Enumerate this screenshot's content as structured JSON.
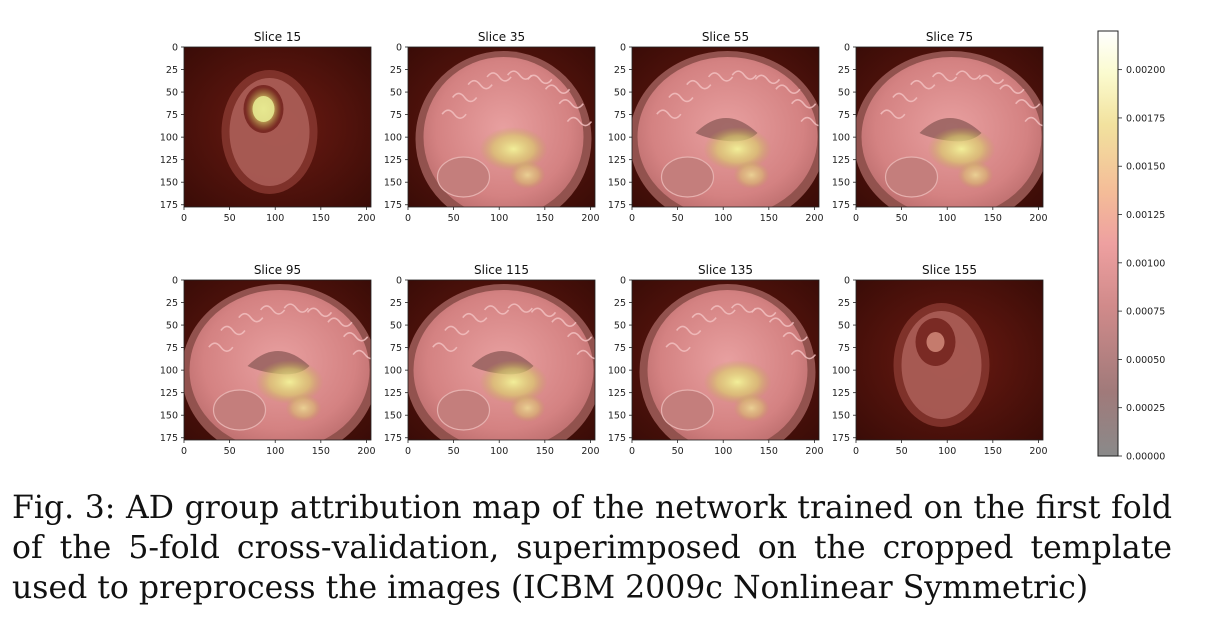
{
  "figure": {
    "panels": [
      {
        "title": "Slice 15",
        "variant": "small"
      },
      {
        "title": "Slice 35",
        "variant": "sag_side"
      },
      {
        "title": "Slice 55",
        "variant": "sag_mid"
      },
      {
        "title": "Slice 75",
        "variant": "sag_mid"
      },
      {
        "title": "Slice 95",
        "variant": "sag_mid"
      },
      {
        "title": "Slice 115",
        "variant": "sag_mid"
      },
      {
        "title": "Slice 135",
        "variant": "sag_side"
      },
      {
        "title": "Slice 155",
        "variant": "small"
      }
    ],
    "y_ticks": [
      "0",
      "25",
      "50",
      "75",
      "100",
      "125",
      "150",
      "175"
    ],
    "x_ticks": [
      "0",
      "50",
      "100",
      "150",
      "200"
    ],
    "colorbar": {
      "ticks": [
        "0.00000",
        "0.00025",
        "0.00050",
        "0.00075",
        "0.00100",
        "0.00125",
        "0.00150",
        "0.00175",
        "0.00200"
      ],
      "min": 0.0,
      "max": 0.0022,
      "colormap": [
        "#8a8a8a",
        "#a87b7b",
        "#d48b8b",
        "#f0a3a3",
        "#f6c196",
        "#f4e6a4",
        "#ffffd8",
        "#ffffff"
      ]
    },
    "colors": {
      "background_dark": "#3a0d08",
      "tissue": "#d98a8a",
      "highlight": "#e8e882"
    }
  },
  "caption": {
    "label": "Fig. 3:",
    "text": "AD group attribution map of the network trained on the first fold of the 5-fold cross-validation, superimposed on the cropped template used to preprocess the images (ICBM 2009c Nonlinear Symmetric)"
  }
}
